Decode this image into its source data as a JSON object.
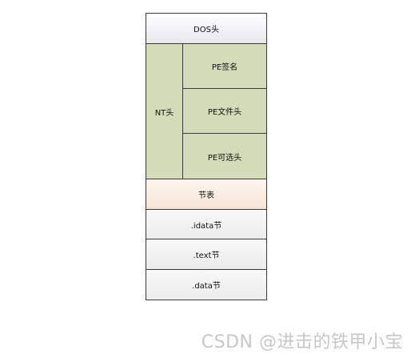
{
  "diagram": {
    "dos_header": "DOS头",
    "nt_header": "NT头",
    "pe_signature": "PE签名",
    "pe_file_header": "PE文件头",
    "pe_optional_header": "PE可选头",
    "section_table": "节表",
    "sections": [
      ".idata节",
      ".text节",
      ".data节"
    ]
  },
  "watermark": "CSDN @进击的铁甲小宝"
}
